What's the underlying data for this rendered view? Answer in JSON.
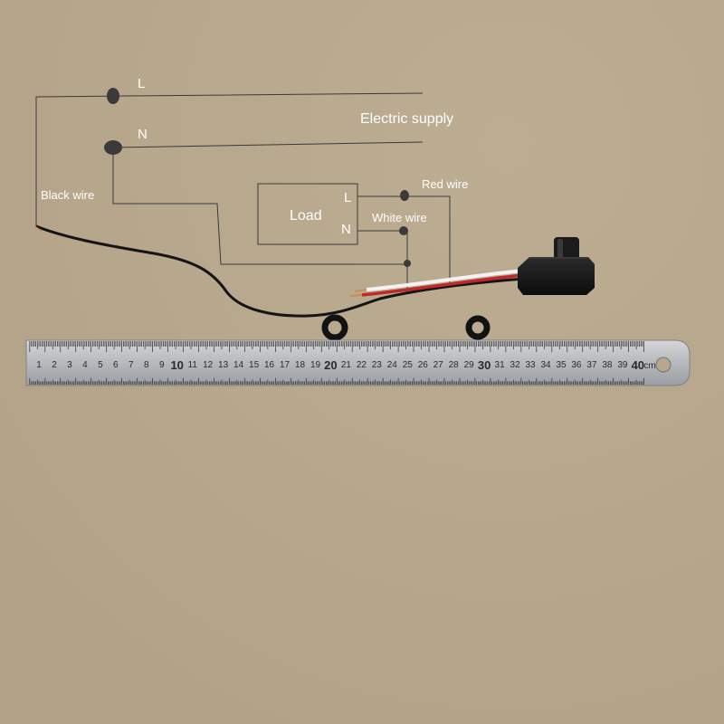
{
  "supply": {
    "label_l": "L",
    "label_n": "N",
    "title": "Electric supply"
  },
  "load": {
    "title": "Load",
    "label_l": "L",
    "label_n": "N"
  },
  "wires": {
    "black": "Black wire",
    "red": "Red wire",
    "white": "White wire"
  },
  "ruler": {
    "numbers": [
      "1",
      "2",
      "3",
      "4",
      "5",
      "6",
      "7",
      "8",
      "9",
      "10",
      "11",
      "12",
      "13",
      "14",
      "15",
      "16",
      "17",
      "18",
      "19",
      "20",
      "21",
      "22",
      "23",
      "24",
      "25",
      "26",
      "27",
      "28",
      "29",
      "30",
      "31",
      "32",
      "33",
      "34",
      "35",
      "36",
      "37",
      "38",
      "39",
      "40"
    ],
    "unit": "cm"
  },
  "colors": {
    "background": "#b6a68c",
    "label_text": "#ffffff",
    "diagram_line": "#3a3a3a",
    "red_wire": "#c0282a",
    "white_wire": "#f2f2f2",
    "black_wire": "#151515"
  }
}
